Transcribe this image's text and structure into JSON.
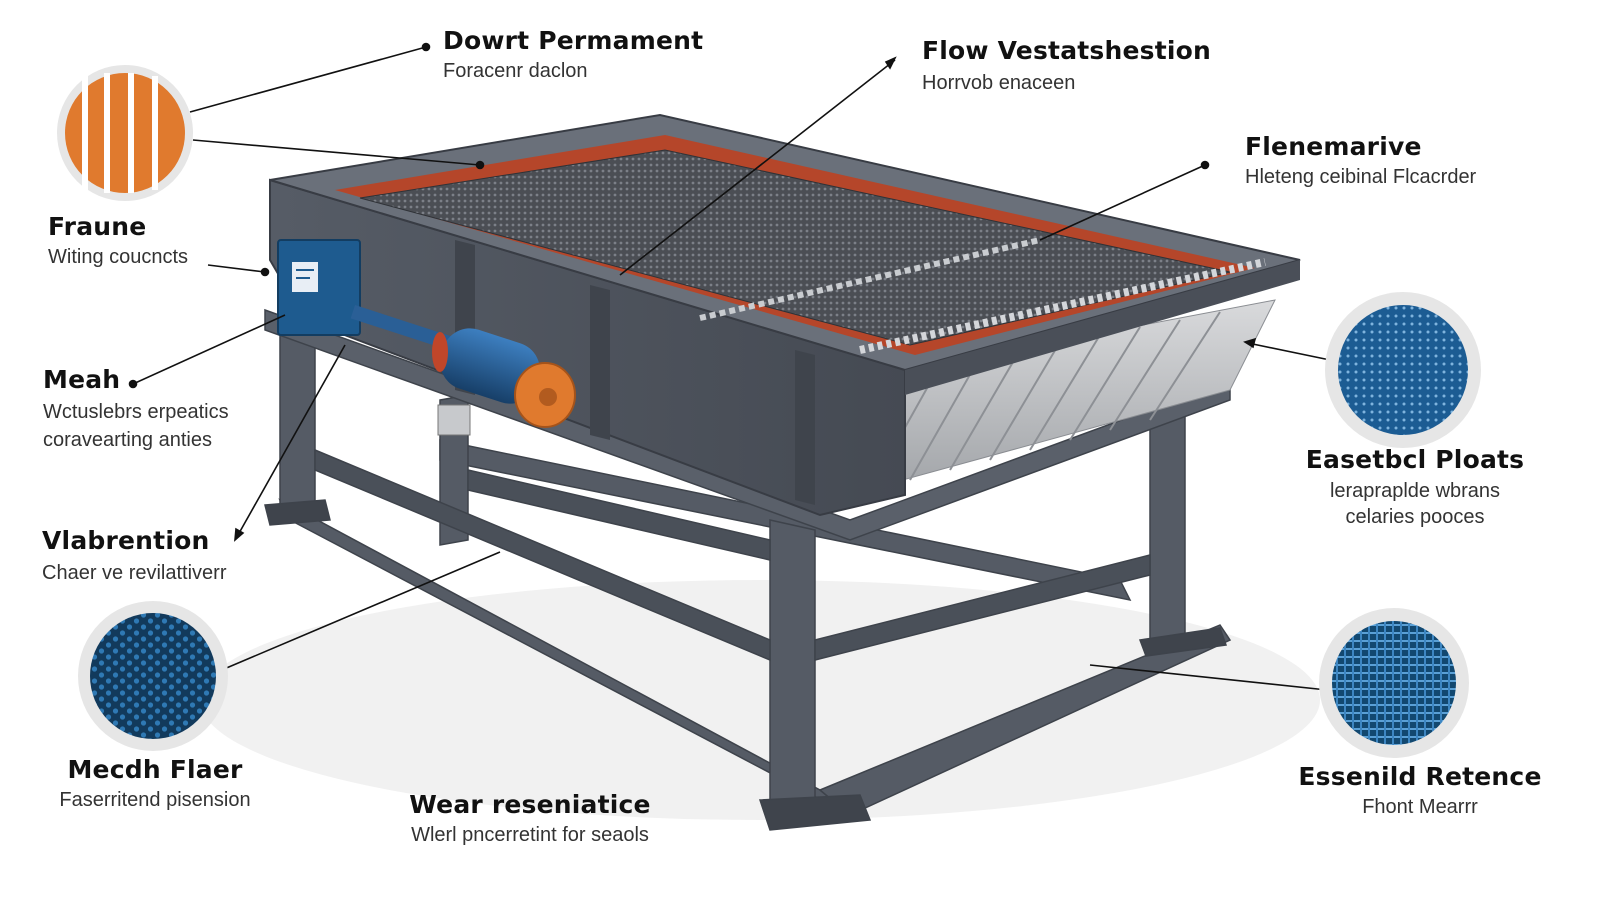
{
  "callouts": {
    "dowrt": {
      "title": "Dowrt Permament",
      "subtitle": "Foracenr daclon"
    },
    "flow": {
      "title": "Flow Vestatshestion",
      "subtitle": "Horrvob enaceen"
    },
    "flenemarive": {
      "title": "Flenemarive",
      "subtitle": "Hleteng ceibinal Flcacrder"
    },
    "fraune": {
      "title": "Fraune",
      "subtitle": "Witing coucncts"
    },
    "meah": {
      "title": "Meah",
      "subtitle_line1": "Wctuslebrs erpeatics",
      "subtitle_line2": "coravearting anties"
    },
    "vlabrention": {
      "title": "Vlabrention",
      "subtitle": "Chaer ve revilattiverr"
    },
    "mecdh": {
      "title": "Mecdh Flaer",
      "subtitle": "Faserritend pisension"
    },
    "wear": {
      "title": "Wear reseniatice",
      "subtitle": "Wlerl pncerretint for seaols"
    },
    "easetbcl": {
      "title": "Easetbcl Ploats",
      "subtitle_line1": "lerapraplde wbrans",
      "subtitle_line2": "celaries pooces"
    },
    "essenild": {
      "title": "Essenild Retence",
      "subtitle": "Fhont Mearrr"
    }
  },
  "colors": {
    "frame": "#4f5560",
    "frame_dark": "#3a3f48",
    "frame_light": "#6d737d",
    "mesh": "#5a5d63",
    "orange": "#e07a2e",
    "rust": "#b5462a",
    "blue": "#1e5b8f",
    "blue_dark": "#163f66"
  },
  "icons": [
    "orange-bars-swatch-icon",
    "hex-mesh-swatch-icon",
    "perforated-plate-swatch-icon",
    "woven-mesh-swatch-icon",
    "vibration-motor-icon",
    "control-box-icon"
  ]
}
